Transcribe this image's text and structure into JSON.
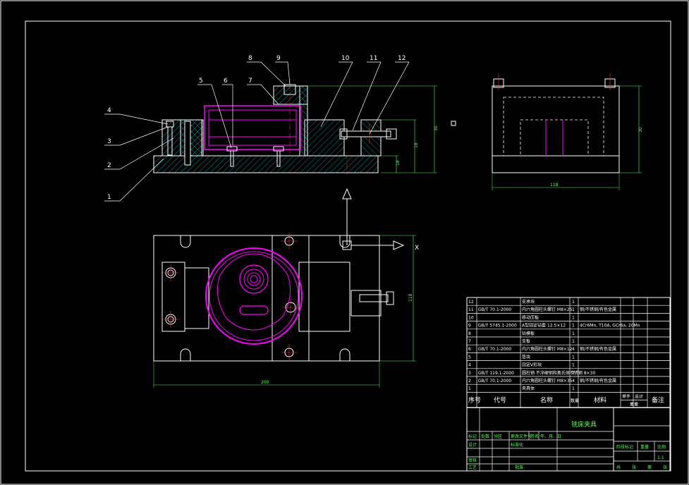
{
  "colors": {
    "background": "#000000",
    "outline": "#ffffff",
    "hatch": "#00bbbb",
    "part": "#ff00ff",
    "dimension": "#55ff55",
    "center": "#ff3333",
    "arrow": "#ffffff"
  },
  "callouts": [
    "1",
    "2",
    "3",
    "4",
    "5",
    "6",
    "7",
    "8",
    "9",
    "10",
    "11",
    "12"
  ],
  "dimensions": {
    "height_main": "30",
    "mid": "18",
    "low": "18",
    "side_width": "118",
    "side_height": "30",
    "plan_width": "200",
    "plan_height": "118"
  },
  "view_marks": {
    "x_axis": "X"
  },
  "bom": {
    "rows": [
      {
        "no": "12",
        "code": "",
        "name": "支承块",
        "qty": "1",
        "material": "",
        "note": ""
      },
      {
        "no": "11",
        "code": "GB/T 70.1-2000",
        "name": "内六角圆柱头螺钉 M8×25",
        "qty": "1",
        "material": "钢/不锈钢/有色金属",
        "note": ""
      },
      {
        "no": "10",
        "code": "",
        "name": "移动压板",
        "qty": "1",
        "material": "",
        "note": ""
      },
      {
        "no": "9",
        "code": "GB/T 5745.1-2000",
        "name": "A型固定钻套 12.5×12",
        "qty": "1",
        "material": "4Cr6Mn, T10A, GCr6a, 20Mn",
        "note": ""
      },
      {
        "no": "8",
        "code": "",
        "name": "钻模板",
        "qty": "1",
        "material": "",
        "note": ""
      },
      {
        "no": "7",
        "code": "",
        "name": "支板",
        "qty": "1",
        "material": "",
        "note": ""
      },
      {
        "no": "6",
        "code": "GB/T 70.1-2000",
        "name": "内六角圆柱头螺钉 M8×12",
        "qty": "4",
        "material": "钢/不锈钢/有色金属",
        "note": ""
      },
      {
        "no": "5",
        "code": "",
        "name": "垫块",
        "qty": "1",
        "material": "",
        "note": ""
      },
      {
        "no": "4",
        "code": "",
        "name": "固定V形块",
        "qty": "1",
        "material": "",
        "note": ""
      },
      {
        "no": "3",
        "code": "GB/T 119.1-2000",
        "name": "圆柱销 不淬硬钢和奥氏体不锈钢 8×30",
        "qty": "2",
        "material": "",
        "note": ""
      },
      {
        "no": "2",
        "code": "GB/T 70.1-2000",
        "name": "内六角圆柱头螺钉 M8×35",
        "qty": "4",
        "material": "钢/不锈钢/有色金属",
        "note": ""
      },
      {
        "no": "1",
        "code": "",
        "name": "夹具体",
        "qty": "1",
        "material": "",
        "note": ""
      }
    ],
    "header": {
      "no": "序号",
      "code": "代号",
      "name": "名称",
      "qty": "数量",
      "material": "材料",
      "unit_weight": "单件",
      "total_weight": "总计",
      "weight": "重量",
      "note": "备注"
    }
  },
  "title_block": {
    "drawing_name": "铣床夹具",
    "labels_row1": [
      "标记",
      "处数",
      "分区",
      "更改文件号",
      "签名",
      "年、月、日"
    ],
    "design": "设计",
    "standardize": "标准化",
    "review": "审核",
    "process": "工艺",
    "approve": "批准",
    "stage_mark": "阶段标记",
    "weight": "重量",
    "scale": "比例",
    "scale_value": "1:1",
    "sheets_total": "共",
    "sheet_word1": "张",
    "sheet_no": "第",
    "sheet_word2": "张"
  }
}
